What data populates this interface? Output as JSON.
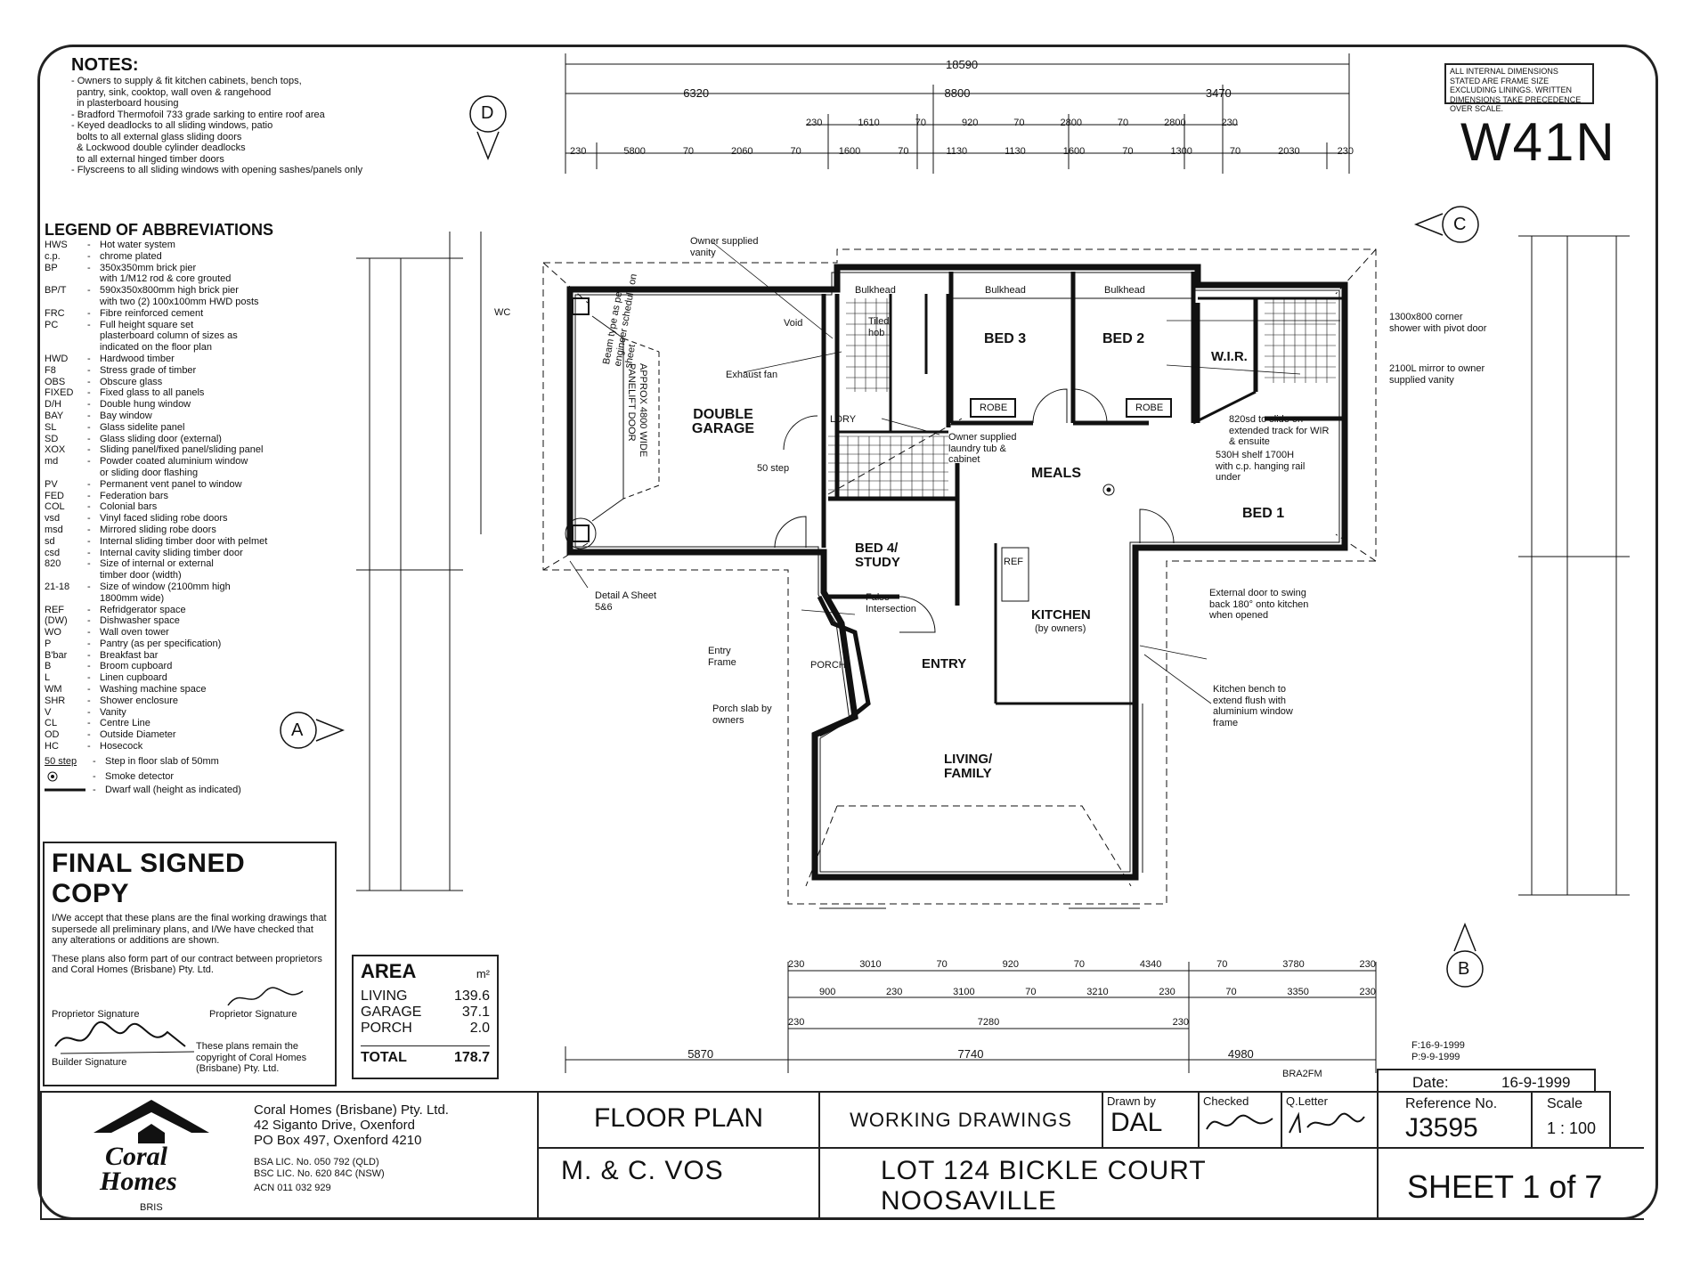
{
  "notes": {
    "title": "NOTES:",
    "items": [
      "- Owners to supply & fit kitchen cabinets, bench tops,",
      "  pantry, sink, cooktop, wall oven & rangehood",
      "  in plasterboard housing",
      "- Bradford Thermofoil 733 grade sarking to entire roof area",
      "- Keyed deadlocks to all sliding windows, patio",
      "  bolts to all external glass sliding doors",
      "  & Lockwood double cylinder deadlocks",
      "  to all external hinged timber doors",
      "- Flyscreens to all sliding windows with opening sashes/panels only"
    ]
  },
  "legend": {
    "title": "LEGEND OF ABBREVIATIONS",
    "rows": [
      [
        "HWS",
        "Hot water system"
      ],
      [
        "c.p.",
        "chrome plated"
      ],
      [
        "BP",
        "350x350mm brick pier"
      ],
      [
        "",
        "with 1/M12 rod & core grouted"
      ],
      [
        "BP/T",
        "590x350x800mm high brick pier"
      ],
      [
        "",
        "with two (2) 100x100mm HWD posts"
      ],
      [
        "FRC",
        "Fibre reinforced cement"
      ],
      [
        "PC",
        "Full height square set"
      ],
      [
        "",
        "plasterboard column of sizes as"
      ],
      [
        "",
        "indicated on the floor plan"
      ],
      [
        "HWD",
        "Hardwood timber"
      ],
      [
        "F8",
        "Stress grade of timber"
      ],
      [
        "OBS",
        "Obscure glass"
      ],
      [
        "FIXED",
        "Fixed glass to all panels"
      ],
      [
        "D/H",
        "Double hung window"
      ],
      [
        "BAY",
        "Bay window"
      ],
      [
        "SL",
        "Glass sidelite panel"
      ],
      [
        "SD",
        "Glass sliding door (external)"
      ],
      [
        "XOX",
        "Sliding panel/fixed panel/sliding panel"
      ],
      [
        "md",
        "Powder coated aluminium window"
      ],
      [
        "",
        "or sliding door flashing"
      ],
      [
        "PV",
        "Permanent vent panel to window"
      ],
      [
        "FED",
        "Federation bars"
      ],
      [
        "COL",
        "Colonial bars"
      ],
      [
        "vsd",
        "Vinyl faced sliding robe doors"
      ],
      [
        "msd",
        "Mirrored sliding robe doors"
      ],
      [
        "sd",
        "Internal sliding timber door with pelmet"
      ],
      [
        "csd",
        "Internal cavity sliding timber door"
      ],
      [
        "820",
        "Size of internal or external"
      ],
      [
        "",
        "timber door (width)"
      ],
      [
        "21-18",
        "Size of window (2100mm high"
      ],
      [
        "",
        "1800mm wide)"
      ],
      [
        "REF",
        "Refridgerator space"
      ],
      [
        "(DW)",
        "Dishwasher space"
      ],
      [
        "WO",
        "Wall oven tower"
      ],
      [
        "P",
        "Pantry (as per specification)"
      ],
      [
        "B'bar",
        "Breakfast bar"
      ],
      [
        "B",
        "Broom cupboard"
      ],
      [
        "L",
        "Linen cupboard"
      ],
      [
        "WM",
        "Washing machine space"
      ],
      [
        "SHR",
        "Shower enclosure"
      ],
      [
        "V",
        "Vanity"
      ],
      [
        "CL",
        "Centre Line"
      ],
      [
        "OD",
        "Outside Diameter"
      ],
      [
        "HC",
        "Hosecock"
      ]
    ],
    "step_key": "50 step",
    "step_desc": "Step in floor slab of 50mm",
    "smoke_desc": "Smoke detector",
    "dwarf_desc": "Dwarf wall (height as indicated)"
  },
  "final_copy": {
    "title": "FINAL SIGNED COPY",
    "para1": "I/We accept that these plans are the final working drawings that supersede all preliminary plans, and I/We have checked that any alterations or additions are shown.",
    "para2": "These plans also form part of our contract between proprietors and Coral Homes (Brisbane) Pty. Ltd.",
    "sig1": "Proprietor Signature",
    "sig2": "Proprietor Signature",
    "sig3": "Builder Signature",
    "copyright": "These plans remain the copyright of Coral Homes (Brisbane) Pty. Ltd."
  },
  "area": {
    "title": "AREA",
    "unit": "m²",
    "rows": [
      [
        "LIVING",
        "139.6"
      ],
      [
        "GARAGE",
        "37.1"
      ],
      [
        "PORCH",
        "2.0"
      ]
    ],
    "total_label": "TOTAL",
    "total_value": "178.7"
  },
  "header": {
    "design_code": "W41N",
    "note": "ALL INTERNAL DIMENSIONS STATED ARE FRAME SIZE EXCLUDING LININGS. WRITTEN DIMENSIONS TAKE PRECEDENCE OVER SCALE.",
    "dates": "F:16-9-1999\nP:9-9-1999",
    "date_label": "Date:",
    "date_value": "16-9-1999",
    "bra": "BRA2FM"
  },
  "elevations": [
    "A",
    "B",
    "C",
    "D"
  ],
  "rooms": {
    "garage": "DOUBLE GARAGE",
    "bed3": "BED 3",
    "bed2": "BED 2",
    "bed1": "BED 1",
    "bed4": "BED 4/ STUDY",
    "wir": "W.I.R.",
    "meals": "MEALS",
    "kitchen": "KITCHEN",
    "kitchen_sub": "(by owners)",
    "entry": "ENTRY",
    "porch": "PORCH",
    "living": "LIVING/ FAMILY",
    "robe": "ROBE",
    "bulkhead": "Bulkhead",
    "ldry": "LDRY",
    "wc": "WC",
    "ref": "REF"
  },
  "dims_top": {
    "overall": "18590",
    "row2": [
      "6320",
      "8800",
      "3470"
    ],
    "row3": [
      "230",
      "1610",
      "70",
      "920",
      "70",
      "2800",
      "70",
      "2800",
      "230"
    ],
    "row4": [
      "230",
      "5800",
      "70",
      "2060",
      "70",
      "1600",
      "70",
      "1130",
      "1130",
      "1600",
      "70",
      "1300",
      "70",
      "2030",
      "230"
    ]
  },
  "dims_bottom": {
    "row1": [
      "230",
      "3010",
      "70",
      "920",
      "70",
      "4340",
      "70",
      "3780",
      "230"
    ],
    "row2": [
      "900",
      "230",
      "3100",
      "70",
      "3210",
      "230",
      "70",
      "3350",
      "230"
    ],
    "row3": [
      "230",
      "7280",
      "230"
    ],
    "row4": [
      "5870",
      "7740",
      "4980"
    ]
  },
  "annotations": [
    "Owner supplied vanity",
    "Exhaust fan",
    "Void",
    "Tiled hob",
    "Owner supplied laundry tub & cabinet",
    "50 step",
    "Detail A Sheet 5&6",
    "False Intersection",
    "Entry Frame",
    "Porch slab by owners",
    "1300x800 corner shower with pivot door",
    "2100L mirror to owner supplied vanity",
    "820sd to slide on extended track for WIR & ensuite",
    "530H shelf 1700H with c.p. hanging rail under",
    "External door to swing back 180° onto kitchen when opened",
    "Kitchen bench to extend flush with aluminium window frame",
    "APPROX 4800 WIDE PANELIFT DOOR",
    "Beam type as per engineer schedule on sheet"
  ],
  "title_block": {
    "company_name": "Coral Homes (Brisbane) Pty. Ltd.",
    "address1": "42 Siganto Drive, Oxenford",
    "address2": "PO Box 497, Oxenford 4210",
    "lic1": "BSA LIC. No. 050 792 (QLD)",
    "lic2": "BSC LIC. No. 620 84C (NSW)",
    "acn": "ACN 011 032 929",
    "logo_text1": "Coral",
    "logo_text2": "Homes",
    "logo_sub": "BRIS",
    "plan_type": "FLOOR PLAN",
    "working": "WORKING DRAWINGS",
    "drawn_label": "Drawn by",
    "drawn_value": "DAL",
    "checked_label": "Checked",
    "qletter_label": "Q.Letter",
    "ref_label": "Reference No.",
    "ref_value": "J3595",
    "scale_label": "Scale",
    "scale_value": "1 : 100",
    "client": "M. & C. VOS",
    "lot": "LOT 124 BICKLE COURT",
    "suburb": "NOOSAVILLE",
    "sheet": "SHEET 1 of 7"
  }
}
